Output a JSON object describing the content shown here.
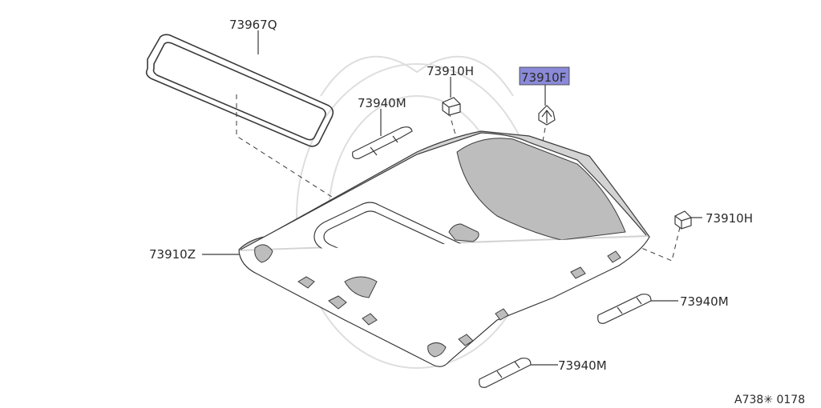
{
  "labels": {
    "sunroof_seal": "73967Q",
    "clip_top": "73910H",
    "clip_highlighted": "73910F",
    "grip_top": "73940M",
    "clip_right": "73910H",
    "headlining": "73910Z",
    "grip_right": "73940M",
    "grip_bottom": "73940M"
  },
  "highlight_color": "#8a8ad8",
  "reference_code": "A738✳ 0178"
}
